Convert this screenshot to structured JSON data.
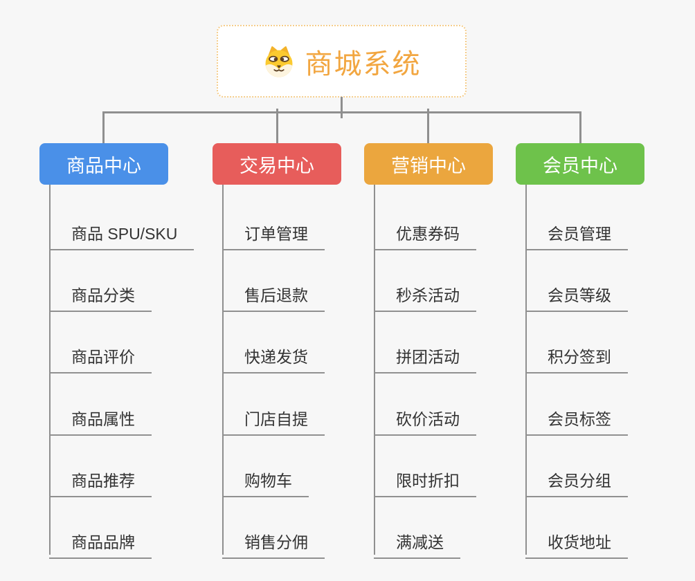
{
  "canvas": {
    "background": "#f7f7f7",
    "connector_color": "#8f8f8f",
    "underline_color": "#909090",
    "leaf_text_color": "#333333"
  },
  "root": {
    "title": "商城系统",
    "title_color": "#f2a640",
    "border_color": "#f5cd8b",
    "icon": "dog-face-icon"
  },
  "branches": [
    {
      "id": "product-center",
      "label": "商品中心",
      "color": "#4a90e8",
      "items": [
        "商品 SPU/SKU",
        "商品分类",
        "商品评价",
        "商品属性",
        "商品推荐",
        "商品品牌"
      ]
    },
    {
      "id": "trade-center",
      "label": "交易中心",
      "color": "#e75d5b",
      "items": [
        "订单管理",
        "售后退款",
        "快递发货",
        "门店自提",
        "购物车",
        "销售分佣"
      ]
    },
    {
      "id": "marketing-center",
      "label": "营销中心",
      "color": "#eba63e",
      "items": [
        "优惠券码",
        "秒杀活动",
        "拼团活动",
        "砍价活动",
        "限时折扣",
        "满减送"
      ]
    },
    {
      "id": "member-center",
      "label": "会员中心",
      "color": "#6ec24b",
      "items": [
        "会员管理",
        "会员等级",
        "积分签到",
        "会员标签",
        "会员分组",
        "收货地址"
      ]
    }
  ]
}
